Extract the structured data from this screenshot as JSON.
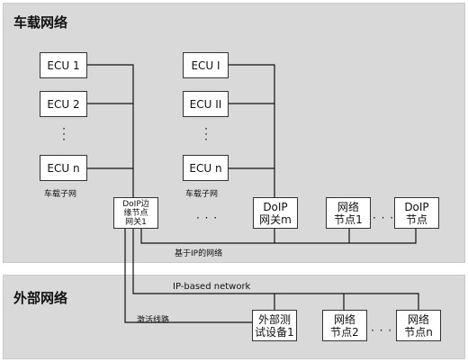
{
  "vehicle_network": {
    "title": "车载网络",
    "ecu_left": [
      "ECU 1",
      "ECU 2",
      "ECU n"
    ],
    "ecu_right": [
      "ECU I",
      "ECU II",
      "ECU n"
    ],
    "subnet_label": "车载子网",
    "edge_node": "DoIP边\n缘节点\n网关1",
    "doip_gateway": "DoIP\n网关m",
    "network_node_1": "网络\n节点1",
    "doip_node": "DoIP\n节点",
    "ellipsis": "· · ·",
    "ip_network_label": "基于IP的网络"
  },
  "external_network": {
    "title": "外部网络",
    "ip_based_label": "IP-based network",
    "activation_line_label": "激活线路",
    "test_device": "外部测\n试设备1",
    "network_node_2": "网络\n节点2",
    "network_node_n": "网络\n节点n",
    "ellipsis": "· · ·"
  }
}
